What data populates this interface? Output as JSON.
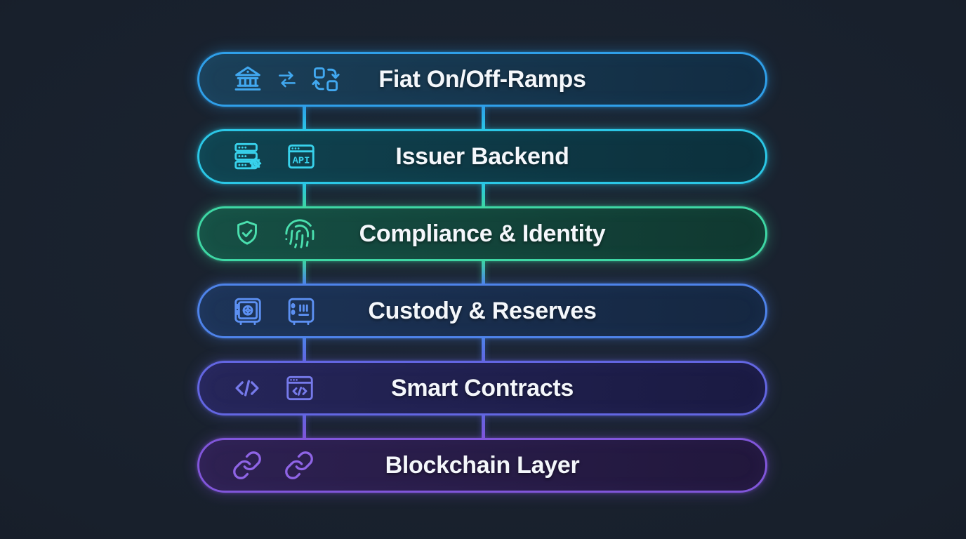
{
  "diagram": {
    "type": "layer-stack",
    "background_color": "#1B2330",
    "text_color": "#F4F7FB",
    "layers": [
      {
        "label": "Fiat On/Off-Ramps",
        "icons": [
          "bank-icon",
          "transfer-arrows-icon",
          "swap-boxes-icon"
        ],
        "colors": {
          "border": "#2F9FE9",
          "fill_left": "#1B4059",
          "fill_right": "#122C42",
          "icon": "#41A8F0"
        }
      },
      {
        "label": "Issuer Backend",
        "api_label": "API",
        "icons": [
          "server-gear-icon",
          "api-window-icon"
        ],
        "colors": {
          "border": "#2BC7E6",
          "fill_left": "#104350",
          "fill_right": "#0C303C",
          "icon": "#38D2EC"
        }
      },
      {
        "label": "Compliance & Identity",
        "icons": [
          "shield-check-icon",
          "fingerprint-icon"
        ],
        "colors": {
          "border": "#3ED7A4",
          "fill_left": "#165045",
          "fill_right": "#103830",
          "icon": "#4ADFAE"
        }
      },
      {
        "label": "Custody & Reserves",
        "icons": [
          "vault-dial-icon",
          "vault-bars-icon"
        ],
        "colors": {
          "border": "#4E83EA",
          "fill_left": "#1D3458",
          "fill_right": "#152741",
          "icon": "#5C90F2"
        }
      },
      {
        "label": "Smart Contracts",
        "icons": [
          "code-icon",
          "code-window-icon"
        ],
        "colors": {
          "border": "#6366E2",
          "fill_left": "#26265A",
          "fill_right": "#1A1A42",
          "icon": "#767AEB"
        }
      },
      {
        "label": "Blockchain Layer",
        "icons": [
          "chain-link-icon",
          "chain-link-icon"
        ],
        "colors": {
          "border": "#8156DA",
          "fill_left": "#2E2152",
          "fill_right": "#21173C",
          "icon": "#8F64E6"
        }
      }
    ]
  }
}
